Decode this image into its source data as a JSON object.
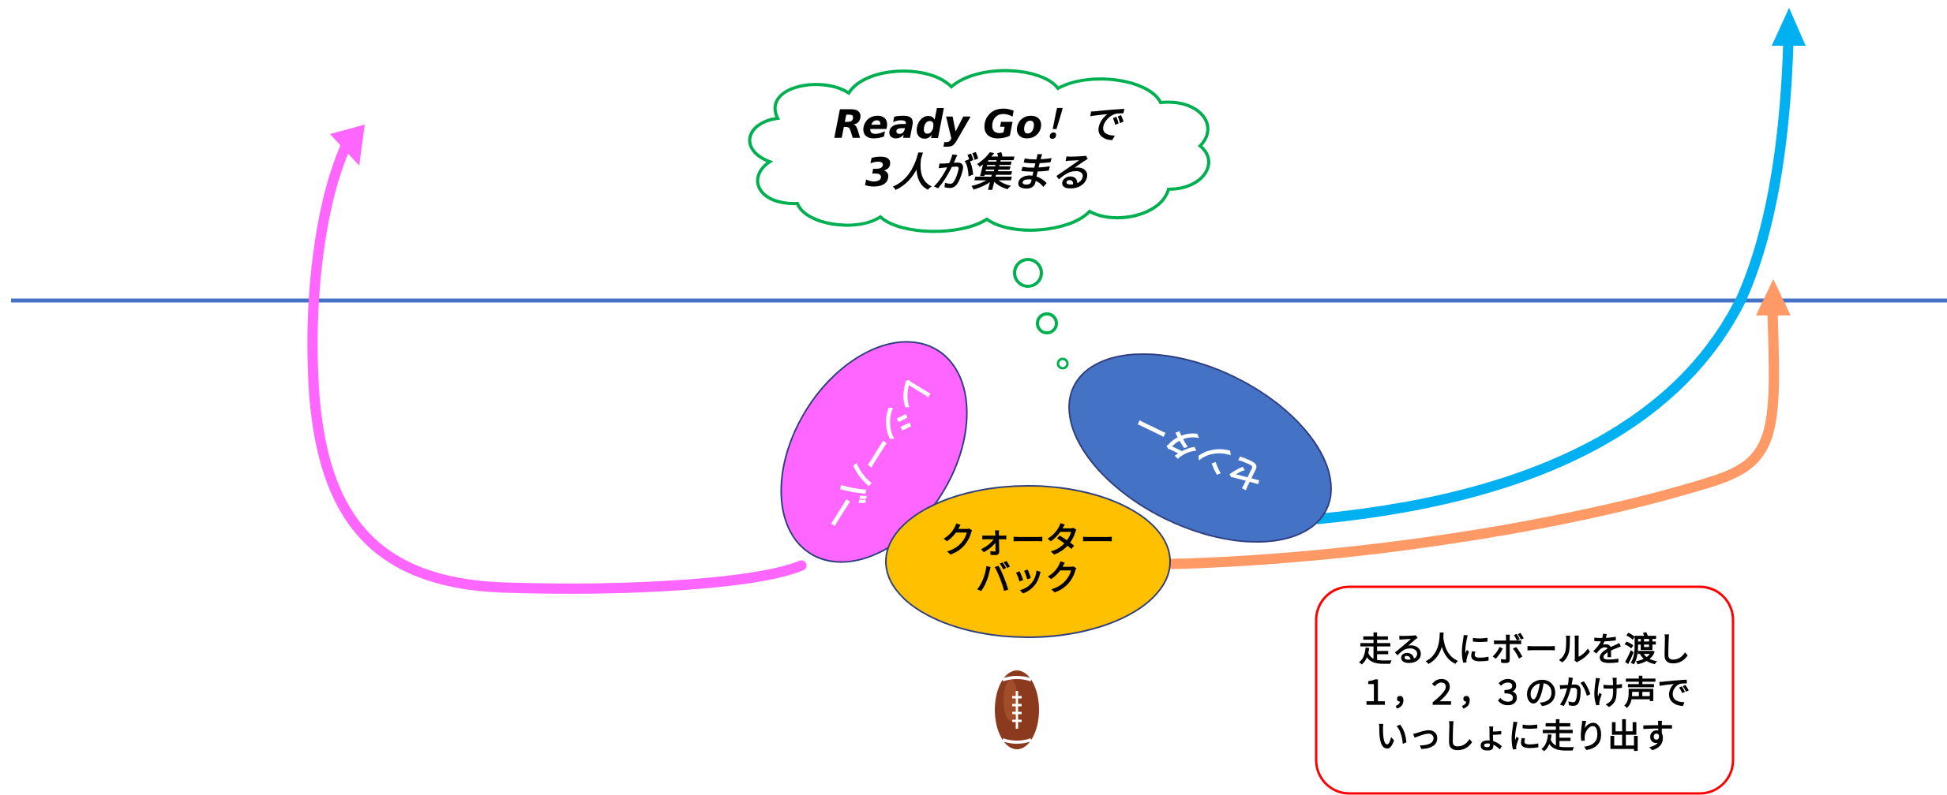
{
  "thought_bubble": {
    "line1": "Ready Go！で",
    "line2": "3人が集まる"
  },
  "players": {
    "left": {
      "label": "レシーバー",
      "color": "#ff66ff"
    },
    "center": {
      "label": "センター",
      "color": "#4472c4"
    },
    "qb": {
      "line1": "クォーター",
      "line2": "バック",
      "color": "#ffc000"
    }
  },
  "note": {
    "line1": "走る人にボールを渡し",
    "line2": "１，２，３のかけ声で",
    "line3": "いっしょに走り出す"
  },
  "colors": {
    "line_of_scrimmage": "#4472c4",
    "arrow_left": "#ff66ff",
    "arrow_right_top": "#00b0f0",
    "arrow_right_bottom": "#ff9966",
    "bubble_outline": "#00b050",
    "note_border": "#ff0000"
  },
  "icons": {
    "ball": "football-icon"
  }
}
